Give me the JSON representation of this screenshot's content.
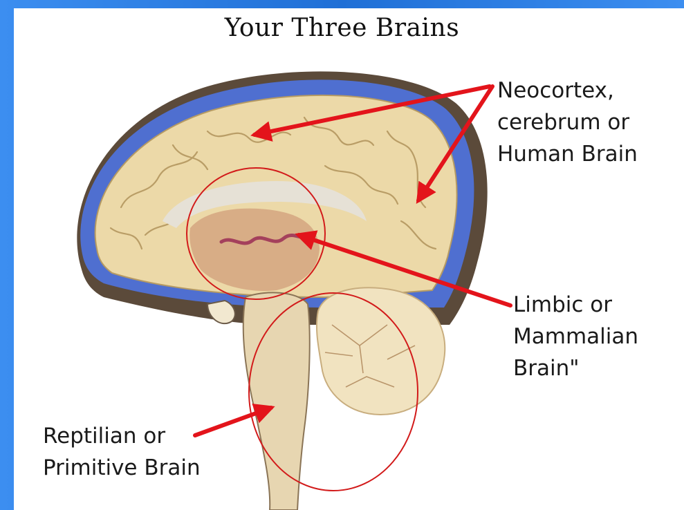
{
  "title": "Your Three Brains",
  "labels": {
    "neocortex": [
      "Neocortex,",
      "cerebrum or",
      "Human Brain"
    ],
    "limbic": [
      "Limbic or",
      "Mammalian",
      "Brain\""
    ],
    "reptilian": [
      "Reptilian or",
      "Primitive Brain"
    ]
  },
  "colors": {
    "frame": "#2f7fe0",
    "arrow": "#e3141b",
    "brain_tissue": "#ecd9a8",
    "csf_blue": "#4f6fd0",
    "circle": "#d21a1a"
  }
}
